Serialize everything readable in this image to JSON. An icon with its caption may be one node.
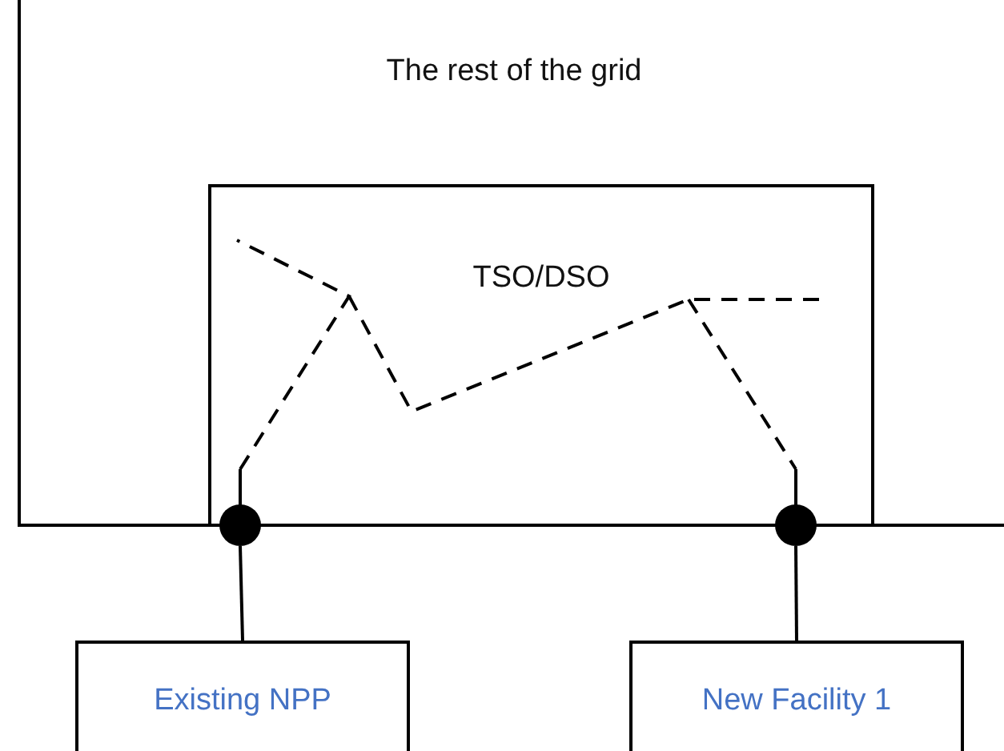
{
  "diagram": {
    "nodes": [
      {
        "text": [
          "The rest of the grid"
        ]
      },
      {
        "text": [
          "TSO/DSO"
        ],
        "in": 0
      },
      {
        "text": [
          "Existing NPP"
        ]
      },
      {
        "text": [
          "New Facility 1"
        ]
      },
      {
        "text": [],
        "shape": "circle"
      },
      {
        "text": [],
        "shape": "circle"
      }
    ],
    "edges": [
      {
        "from": 4,
        "to": 2,
        "arrow": "none"
      },
      {
        "from": 5,
        "to": 3,
        "arrow": "none"
      }
    ]
  }
}
